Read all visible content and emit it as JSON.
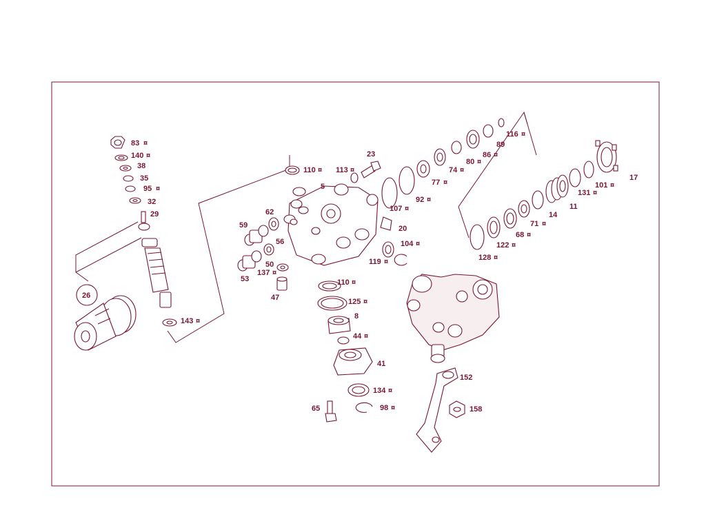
{
  "diagram": {
    "callout_marker": "¤",
    "colors": {
      "line": "#7a1530",
      "background": "#ffffff"
    },
    "labels": {
      "p83": "83",
      "p140": "140",
      "p38": "38",
      "p35": "35",
      "p95": "95",
      "p32": "32",
      "p29": "29",
      "p26": "26",
      "p143": "143",
      "p110a": "110",
      "p113": "113",
      "p23": "23",
      "p5": "5",
      "p62": "62",
      "p59": "59",
      "p56": "56",
      "p50": "50",
      "p137": "137",
      "p53": "53",
      "p47": "47",
      "p20": "20",
      "p104": "104",
      "p119": "119",
      "p107": "107",
      "p92": "92",
      "p77": "77",
      "p74": "74",
      "p80": "80",
      "p86": "86",
      "p89": "89",
      "p116": "116",
      "p17": "17",
      "p101": "101",
      "p131": "131",
      "p11": "11",
      "p14": "14",
      "p71": "71",
      "p68": "68",
      "p122": "122",
      "p128": "128",
      "p110b": "110",
      "p125": "125",
      "p8": "8",
      "p44": "44",
      "p41": "41",
      "p134": "134",
      "p98": "98",
      "p65": "65",
      "p152": "152",
      "p158": "158"
    }
  }
}
